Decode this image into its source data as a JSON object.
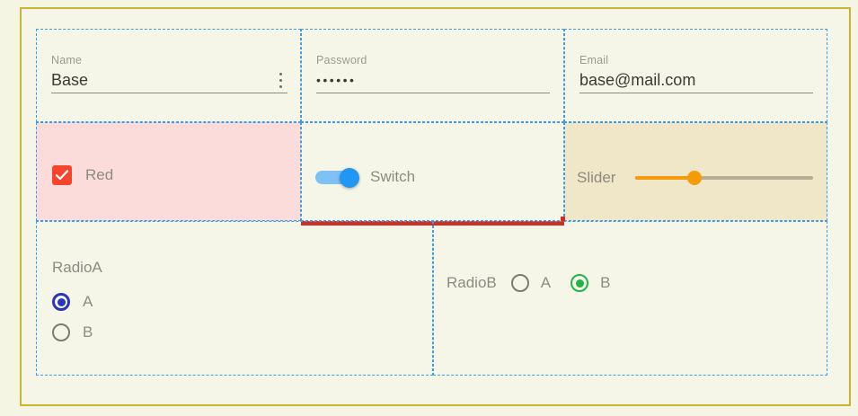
{
  "theme": {
    "page_bg": "#f6f6e8",
    "page_border": "#c9b531",
    "grid_line": "#3d9be9",
    "pink_cell_bg": "#fcdbdb",
    "cream_cell_bg": "#f0e6c8",
    "error_underline": "#d32f1e",
    "checkbox_fill": "#f4452e",
    "switch_on": "#2196f3",
    "switch_track": "#7fc0f5",
    "slider_accent": "#f59a0b",
    "radio_a_accent": "#2b38b5",
    "radio_b_accent": "#24b34b",
    "label_text": "#9a9a91",
    "value_text": "#3a3a36"
  },
  "fields": {
    "name": {
      "label": "Name",
      "value": "Base",
      "placeholder": "Name",
      "menu_icon": "kebab-menu-icon"
    },
    "password": {
      "label": "Password",
      "value": "••••••",
      "masked_char_count": 6,
      "placeholder": "Password"
    },
    "email": {
      "label": "Email",
      "value": "base@mail.com",
      "placeholder": "Email"
    }
  },
  "controls": {
    "checkbox": {
      "label": "Red",
      "checked": true,
      "icon": "checkmark-icon"
    },
    "switch": {
      "label": "Switch",
      "on": true,
      "has_error_underline": true
    },
    "slider": {
      "label": "Slider",
      "value": 33,
      "min": 0,
      "max": 100,
      "fill_percent": "33%"
    }
  },
  "radio_groups": {
    "radio_a": {
      "label": "RadioA",
      "orientation": "vertical",
      "selected": "A",
      "options": [
        {
          "label": "A",
          "selected": true
        },
        {
          "label": "B",
          "selected": false
        }
      ]
    },
    "radio_b": {
      "label": "RadioB",
      "orientation": "horizontal",
      "selected": "B",
      "options": [
        {
          "label": "A",
          "selected": false
        },
        {
          "label": "B",
          "selected": true
        }
      ]
    }
  }
}
